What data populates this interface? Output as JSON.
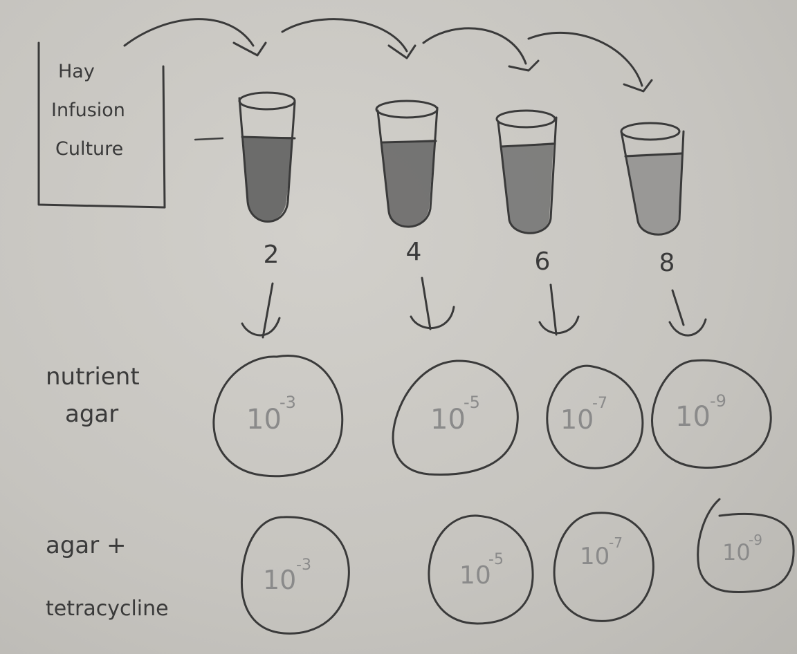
{
  "source_box": {
    "lines": [
      "Hay",
      "Infusion",
      "Culture"
    ]
  },
  "tubes": [
    {
      "label": "2"
    },
    {
      "label": "4"
    },
    {
      "label": "6"
    },
    {
      "label": "8"
    }
  ],
  "rows": [
    {
      "label_lines": [
        "nutrient",
        "agar"
      ],
      "plates": [
        {
          "base": "10",
          "exp": "-3"
        },
        {
          "base": "10",
          "exp": "-5"
        },
        {
          "base": "10",
          "exp": "-7"
        },
        {
          "base": "10",
          "exp": "-9"
        }
      ]
    },
    {
      "label_lines": [
        "agar +",
        "tetracycline"
      ],
      "plates": [
        {
          "base": "10",
          "exp": "-3"
        },
        {
          "base": "10",
          "exp": "-5"
        },
        {
          "base": "10",
          "exp": "-7"
        },
        {
          "base": "10",
          "exp": "-9"
        }
      ]
    }
  ],
  "colors": {
    "ink": "#3a3a3a",
    "paper": "#c9c7c2",
    "faint_text": "#8a8a8a"
  }
}
